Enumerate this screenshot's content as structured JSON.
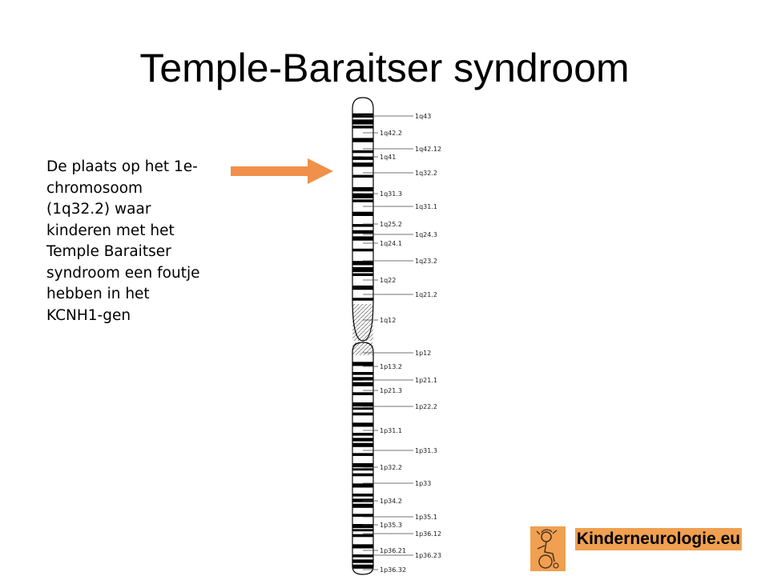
{
  "slide": {
    "title": "Temple-Baraitser syndroom",
    "description": [
      "De plaats op het 1e-",
      "chromosoom",
      "(1q32.2) waar",
      "kinderen met het",
      "Temple Baraitser",
      "syndroom een foutje",
      "hebben in het",
      "KCNH1-gen"
    ]
  },
  "colors": {
    "arrow": "#f0904a",
    "brand_bg": "#f0a050"
  },
  "chromosome": {
    "left_labels": [
      "1q42.2",
      "1q41",
      "1q31.3",
      "1q25.2",
      "1q24.1",
      "1q22",
      "1q12",
      "1p13.2",
      "1p21.3",
      "1p31.1",
      "1p32.2",
      "1p34.2",
      "1p35.3",
      "1p36.21",
      "1p36.32"
    ],
    "right_labels": [
      "1q43",
      "1q42.12",
      "1q32.2",
      "1q31.1",
      "1q24.3",
      "1q23.2",
      "1q21.2",
      "1p12",
      "1p21.1",
      "1p22.2",
      "1p31.3",
      "1p33",
      "1p35.1",
      "1p36.12",
      "1p36.23"
    ]
  },
  "brand": {
    "text": "Kinderneurologie.eu",
    "logo_icon": "child-wheelchair-logo-icon"
  }
}
